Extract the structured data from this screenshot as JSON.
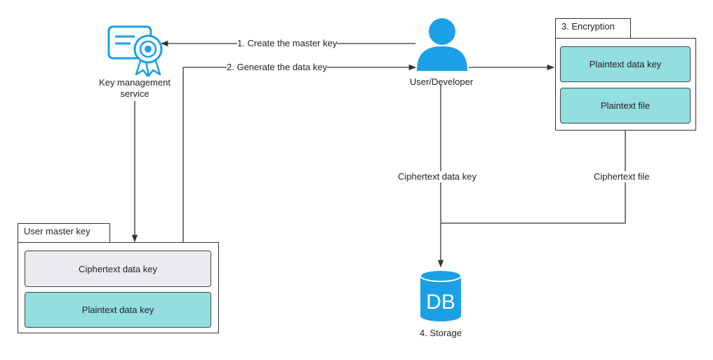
{
  "colors": {
    "accent_blue": "#1aa0e6",
    "teal_box": "#93dede",
    "gray_box": "#e9ebee",
    "line": "#333333"
  },
  "nodes": {
    "kms": {
      "icon": "certificate-icon",
      "label": "Key management\nservice"
    },
    "user": {
      "icon": "user-icon",
      "label": "User/Developer"
    },
    "storage": {
      "icon": "database-icon",
      "icon_text": "DB",
      "label": "4. Storage"
    }
  },
  "groups": {
    "user_master_key": {
      "title": "User master key",
      "items": [
        "Ciphertext data key",
        "Plaintext data key"
      ]
    },
    "encryption": {
      "title": "3. Encryption",
      "items": [
        "Plaintext data key",
        "Plaintext file"
      ]
    }
  },
  "edges": {
    "create_master_key": "1. Create the master key",
    "generate_data_key": "2. Generate the data key",
    "ciphertext_data_key": "Ciphertext data key",
    "ciphertext_file": "Ciphertext file"
  }
}
